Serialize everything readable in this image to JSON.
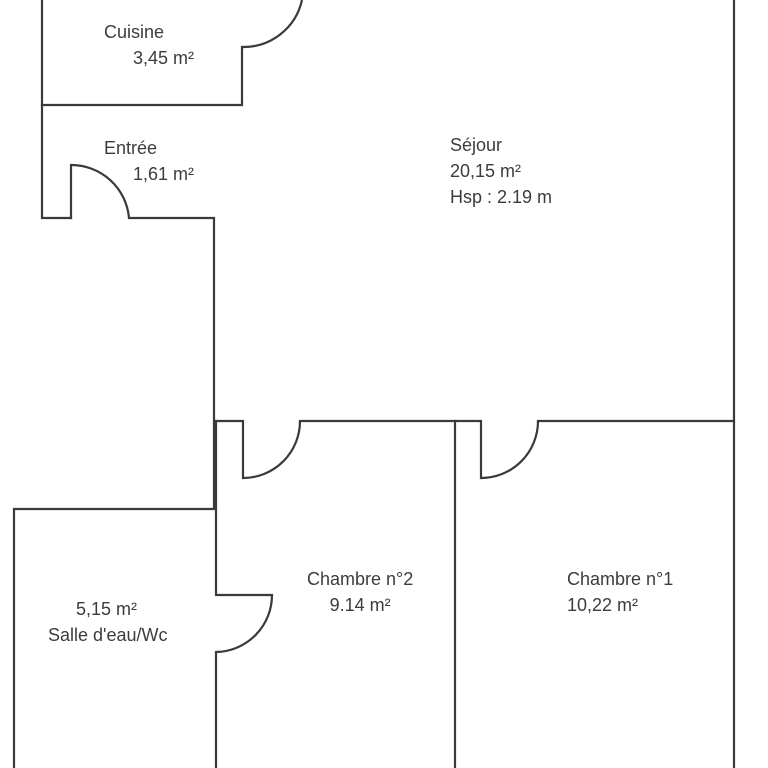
{
  "floorplan": {
    "wall_color": "#3a3a3a",
    "text_color": "#3c3c3c",
    "rooms": [
      {
        "id": "cuisine",
        "name": "Cuisine",
        "area": "3,45  m²"
      },
      {
        "id": "entree",
        "name": "Entrée",
        "area": "1,61  m²"
      },
      {
        "id": "sejour",
        "name": "Séjour",
        "area": "20,15  m²",
        "height": "Hsp : 2.19 m"
      },
      {
        "id": "salle-eau",
        "name": "Salle d'eau/Wc",
        "area": "5,15  m²"
      },
      {
        "id": "chambre-2",
        "name": "Chambre n°2",
        "area": "9.14  m²"
      },
      {
        "id": "chambre-1",
        "name": "Chambre n°1",
        "area": "10,22  m²"
      }
    ]
  }
}
